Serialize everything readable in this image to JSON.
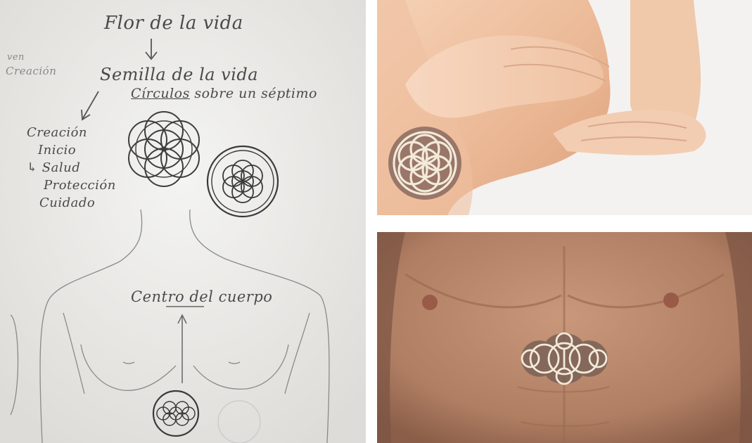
{
  "sketch": {
    "title": "Flor de la vida",
    "seed_of_life": "Semilla de la vida",
    "circles_word": "Círculos",
    "circles_rest": " sobre un séptimo",
    "edge_word_1": "ven",
    "edge_word_2": "Creación",
    "creation_list": [
      "Creación",
      "Inicio",
      "↳ Salud",
      "Protección",
      "Cuidado"
    ],
    "body_center": "Centro del cuerpo"
  },
  "colors": {
    "paper": "#efefed",
    "pencil": "#4a4a4a",
    "skin_light": "#f1c8a8",
    "skin_tan": "#b98a70",
    "tattoo_line": "#f3ead9",
    "tattoo_shadow": "#6d5a52"
  },
  "icons": [
    "down-arrow-icon",
    "flower-of-life-sketch",
    "seed-of-life-sketch",
    "seed-of-life-tattoo",
    "abdomen-circles-tattoo"
  ]
}
